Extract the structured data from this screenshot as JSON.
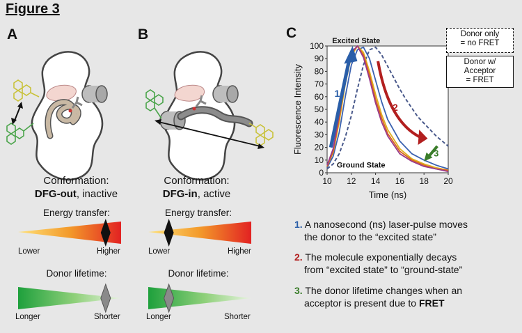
{
  "figure_title": "Figure 3",
  "panels": {
    "a": {
      "letter": "A",
      "conformation_label": "Conformation:",
      "conformation_bold": "DFG-out",
      "conformation_rest": ", inactive",
      "energy_title": "Energy transfer:",
      "energy_low": "Lower",
      "energy_high": "Higher",
      "energy_marker_fraction": 0.85,
      "lifetime_title": "Donor lifetime:",
      "lifetime_long": "Longer",
      "lifetime_short": "Shorter",
      "lifetime_marker_fraction": 0.85
    },
    "b": {
      "letter": "B",
      "conformation_label": "Conformation:",
      "conformation_bold": "DFG-in",
      "conformation_rest": ", active",
      "energy_title": "Energy transfer:",
      "energy_low": "Lower",
      "energy_high": "Higher",
      "energy_marker_fraction": 0.2,
      "lifetime_title": "Donor lifetime:",
      "lifetime_long": "Longer",
      "lifetime_short": "Shorter",
      "lifetime_marker_fraction": 0.2
    },
    "c": {
      "letter": "C",
      "legend_dashed": [
        "Donor only",
        "= no FRET"
      ],
      "legend_solid": [
        "Donor w/",
        "Acceptor",
        "= FRET"
      ],
      "notes": [
        {
          "num": "1.",
          "line1": " A nanosecond (ns) laser-pulse moves",
          "line2": "the donor to the “excited state”"
        },
        {
          "num": "2.",
          "line1": " The molecule exponentially decays",
          "line2": "from “excited state” to “ground-state”"
        },
        {
          "num": "3.",
          "line1": " The donor lifetime changes when an",
          "line2": "acceptor is present due to ",
          "bold": "FRET"
        }
      ]
    }
  },
  "colors": {
    "background": "#e7e7e7",
    "arrow_blue": "#2a5ea8",
    "arrow_red": "#b21f1f",
    "arrow_green": "#3a7d2a",
    "dye_yellow": "#c9c23a",
    "dye_green": "#4aa44a"
  },
  "chart_data": {
    "type": "line",
    "xlabel": "Time (ns)",
    "ylabel": "Fluorescence Intensity",
    "xlim": [
      10,
      20
    ],
    "ylim": [
      0,
      100
    ],
    "xticks": [
      10,
      12,
      14,
      16,
      18,
      20
    ],
    "yticks": [
      0,
      10,
      20,
      30,
      40,
      50,
      60,
      70,
      80,
      90,
      100
    ],
    "annotations": {
      "excited_state": "Excited State",
      "ground_state": "Ground State",
      "arrow1": "1",
      "arrow2": "2",
      "arrow3": "3"
    },
    "series": [
      {
        "style": "dashed",
        "color": "#4a5a8c",
        "x": [
          10,
          10.5,
          11,
          11.5,
          12,
          12.5,
          13,
          13.5,
          14,
          14.5,
          15,
          15.5,
          16,
          16.5,
          17,
          17.5,
          18,
          18.5,
          19,
          19.5,
          20
        ],
        "y": [
          3,
          7,
          15,
          28,
          45,
          66,
          85,
          97,
          99,
          93,
          84,
          75,
          66,
          58,
          51,
          44,
          39,
          34,
          29,
          25,
          21
        ]
      },
      {
        "style": "solid",
        "color": "#3b62b0",
        "x": [
          10,
          10.5,
          11,
          11.5,
          12,
          12.5,
          13,
          13.5,
          14,
          14.5,
          15,
          16,
          17,
          18,
          19,
          20
        ],
        "y": [
          4,
          13,
          32,
          60,
          85,
          97,
          99,
          90,
          73,
          56,
          42,
          25,
          15,
          10,
          6,
          3
        ]
      },
      {
        "style": "solid",
        "color": "#e0b020",
        "x": [
          10,
          10.5,
          11,
          11.5,
          12,
          12.5,
          13,
          13.5,
          14,
          14.5,
          15,
          16,
          17,
          18,
          19,
          20
        ],
        "y": [
          5,
          16,
          40,
          70,
          92,
          100,
          95,
          80,
          62,
          46,
          34,
          19,
          11,
          7,
          4,
          2
        ]
      },
      {
        "style": "solid",
        "color": "#d8641e",
        "x": [
          10,
          10.5,
          11,
          11.5,
          12,
          12.5,
          13,
          13.5,
          14,
          14.5,
          15,
          16,
          17,
          18,
          19,
          20
        ],
        "y": [
          5,
          17,
          43,
          73,
          94,
          100,
          93,
          77,
          58,
          43,
          31,
          17,
          10,
          6,
          3,
          2
        ]
      },
      {
        "style": "solid",
        "color": "#9a3a8a",
        "x": [
          10,
          10.5,
          11,
          11.5,
          12,
          12.5,
          13,
          13.5,
          14,
          14.5,
          15,
          16,
          17,
          18,
          19,
          20
        ],
        "y": [
          6,
          19,
          46,
          76,
          95,
          100,
          91,
          74,
          55,
          40,
          29,
          15,
          9,
          5,
          3,
          1
        ]
      }
    ]
  }
}
